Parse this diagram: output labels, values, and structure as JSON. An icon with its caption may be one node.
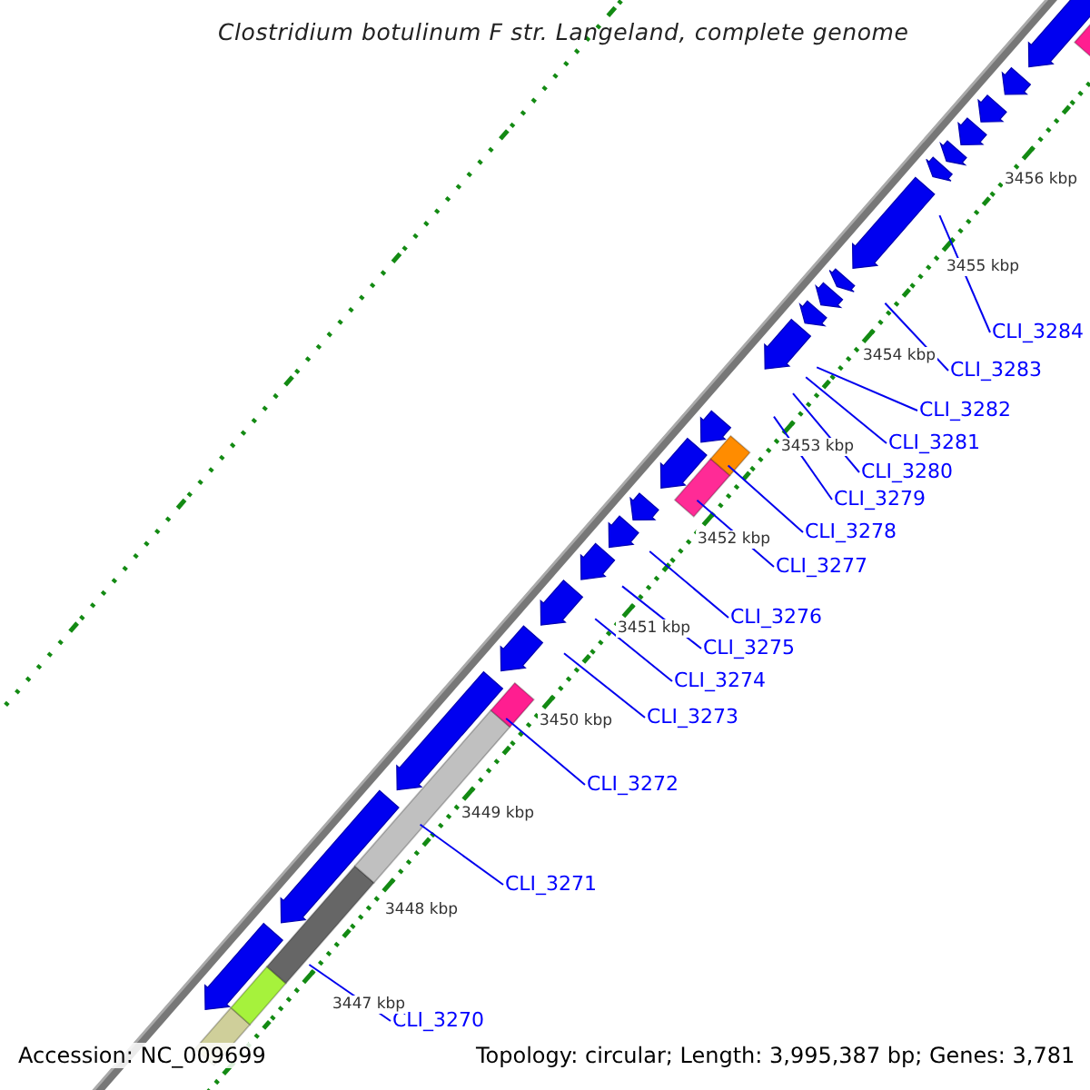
{
  "diagram": {
    "title": "Clostridium botulinum F str. Langeland, complete genome",
    "nodes": [
      {
        "text": [
          "CLI_3270"
        ]
      },
      {
        "text": [
          "CLI_3271"
        ]
      },
      {
        "text": [
          "CLI_3272"
        ]
      },
      {
        "text": [
          "CLI_3273"
        ]
      },
      {
        "text": [
          "CLI_3274"
        ]
      },
      {
        "text": [
          "CLI_3275"
        ]
      },
      {
        "text": [
          "CLI_3276"
        ]
      },
      {
        "text": [
          "CLI_3277"
        ]
      },
      {
        "text": [
          "CLI_3278"
        ]
      },
      {
        "text": [
          "CLI_3279"
        ]
      },
      {
        "text": [
          "CLI_3280"
        ]
      },
      {
        "text": [
          "CLI_3281"
        ]
      },
      {
        "text": [
          "CLI_3282"
        ]
      },
      {
        "text": [
          "CLI_3283"
        ]
      },
      {
        "text": [
          "CLI_3284"
        ]
      }
    ],
    "edges": [
      {
        "from": 0,
        "to": null,
        "arrow": "none"
      },
      {
        "from": 1,
        "to": null,
        "arrow": "none"
      },
      {
        "from": 2,
        "to": null,
        "arrow": "none"
      },
      {
        "from": 3,
        "to": null,
        "arrow": "none"
      },
      {
        "from": 4,
        "to": null,
        "arrow": "none"
      },
      {
        "from": 5,
        "to": null,
        "arrow": "none"
      },
      {
        "from": 6,
        "to": null,
        "arrow": "none"
      },
      {
        "from": 7,
        "to": null,
        "arrow": "none"
      },
      {
        "from": 8,
        "to": null,
        "arrow": "none"
      },
      {
        "from": 9,
        "to": null,
        "arrow": "none"
      },
      {
        "from": 10,
        "to": null,
        "arrow": "none"
      },
      {
        "from": 11,
        "to": null,
        "arrow": "none"
      },
      {
        "from": 12,
        "to": null,
        "arrow": "none"
      },
      {
        "from": 13,
        "to": null,
        "arrow": "none"
      },
      {
        "from": 14,
        "to": null,
        "arrow": "none"
      }
    ],
    "labels": [
      "3456 kbp",
      "3455 kbp",
      "3454 kbp",
      "3453 kbp",
      "3452 kbp",
      "3451 kbp",
      "3450 kbp",
      "3449 kbp",
      "3448 kbp",
      "3447 kbp",
      "Accession: NC_009699",
      "Topology: circular; Length: 3,995,387 bp; Genes: 3,781"
    ]
  }
}
